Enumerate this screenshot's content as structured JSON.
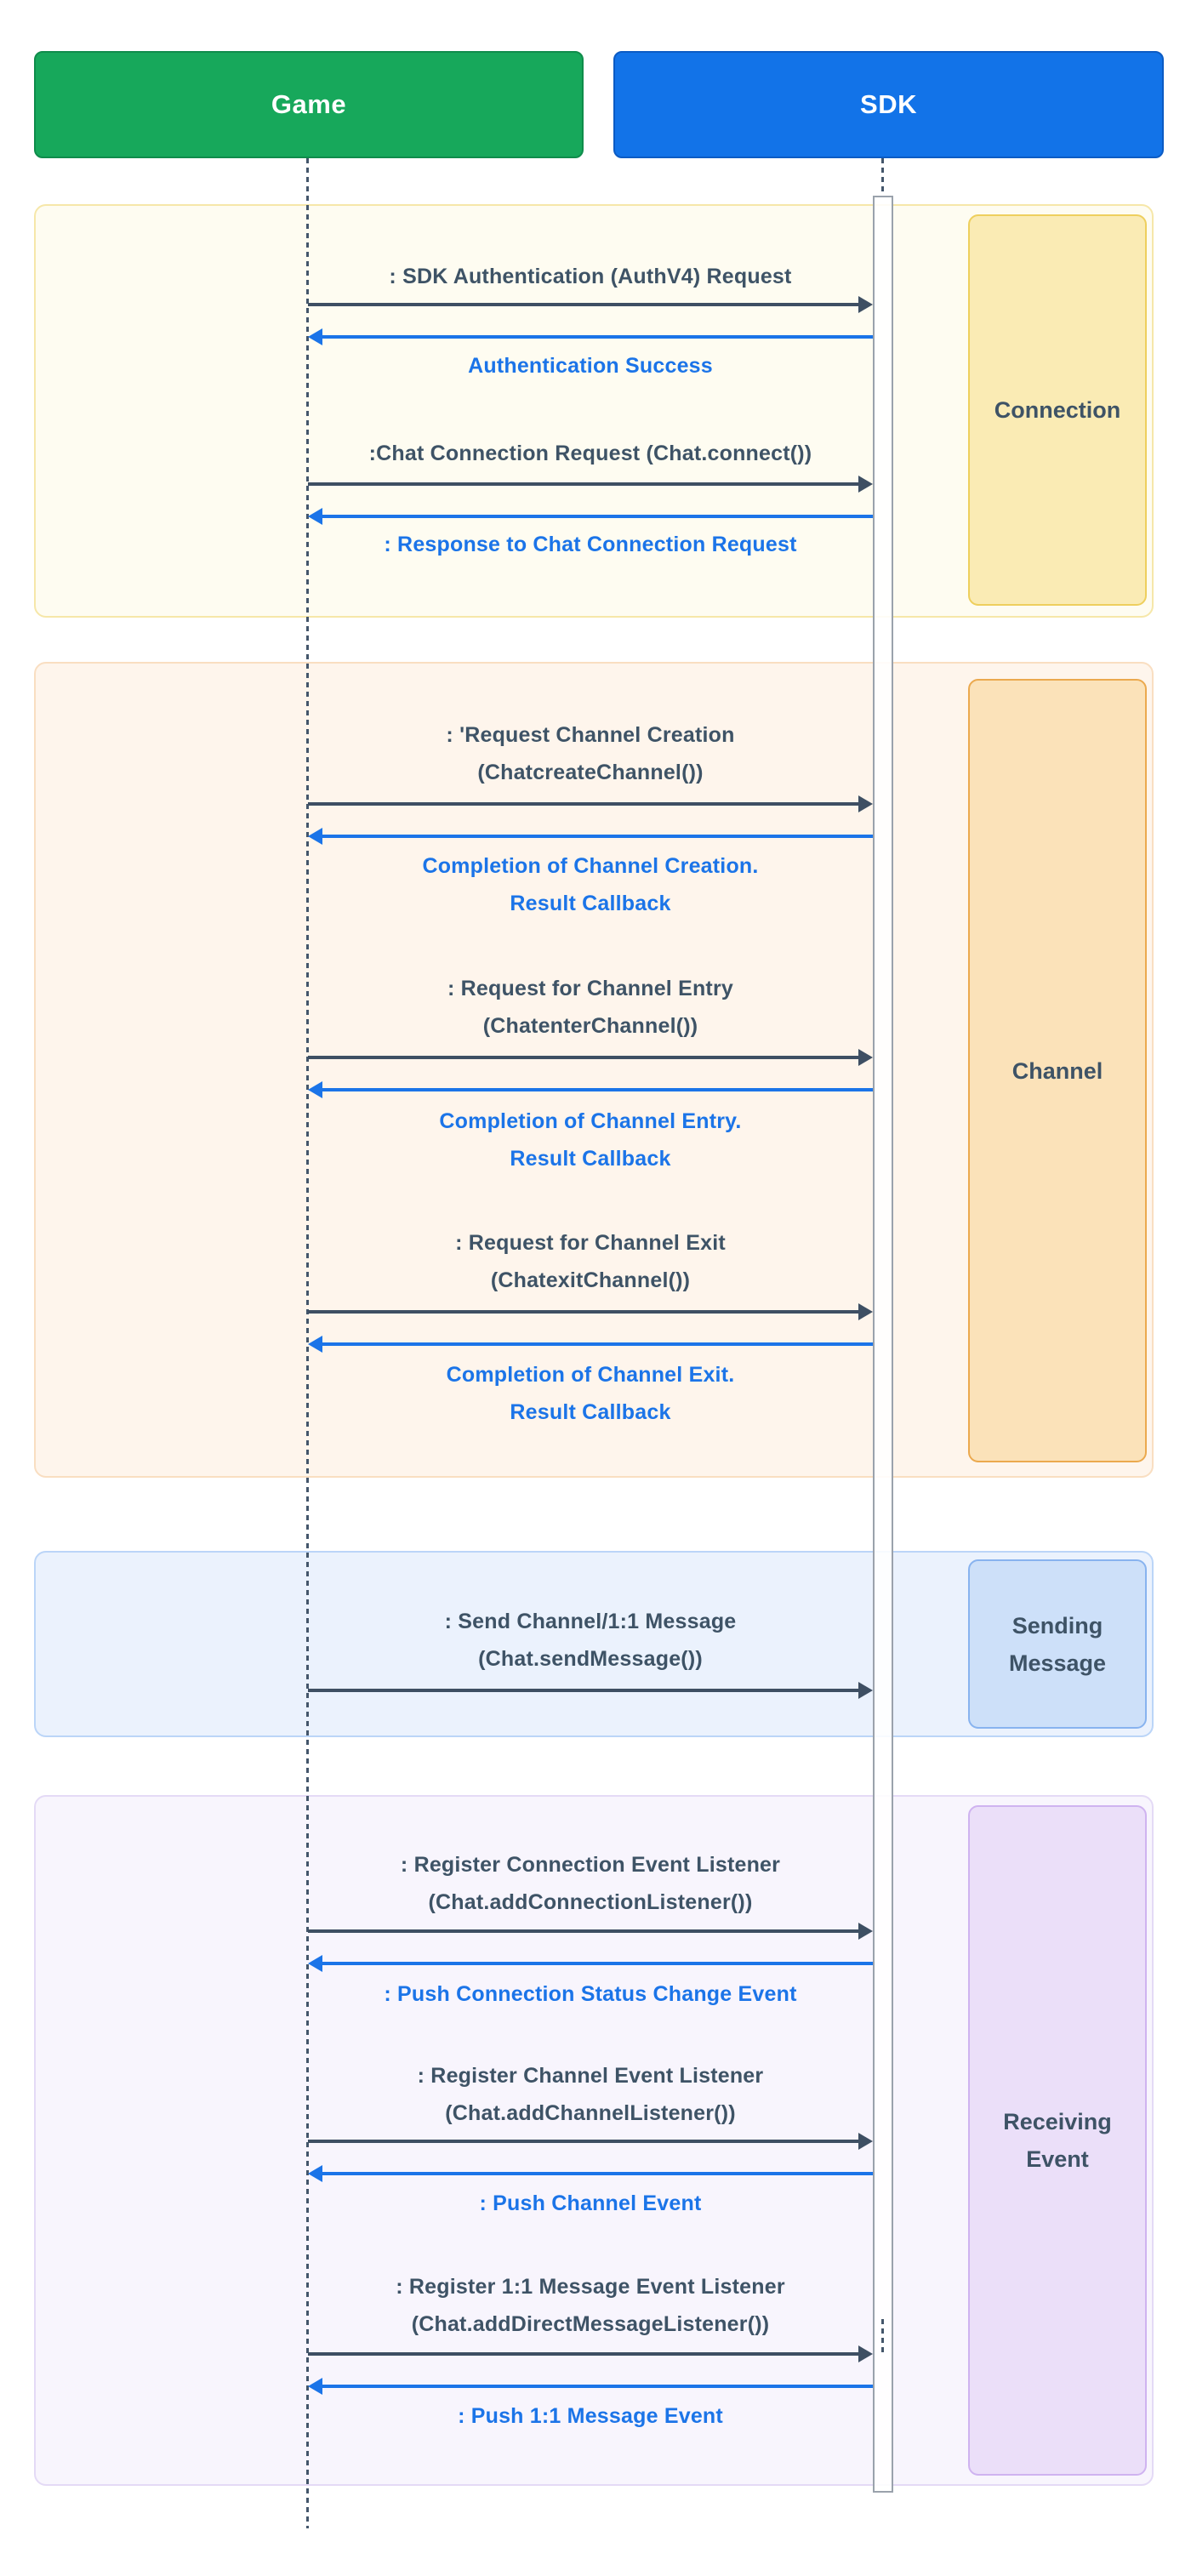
{
  "actors": [
    {
      "label": "Game",
      "color": "#17A85B"
    },
    {
      "label": "SDK",
      "color": "#1273E8"
    }
  ],
  "sections": [
    {
      "label": "Connection",
      "theme": {
        "section_bg": "#FEFCF1",
        "section_border": "#F6E7A9",
        "label_bg": "#FAEBB4",
        "label_border": "#EECF5D"
      },
      "messages": [
        {
          "type": "request",
          "lines": [
            ": SDK Authentication (AuthV4) Request"
          ]
        },
        {
          "type": "response",
          "lines": [
            "Authentication Success"
          ]
        },
        {
          "type": "request",
          "lines": [
            ":Chat Connection Request (Chat.connect())"
          ]
        },
        {
          "type": "response",
          "lines": [
            ": Response to Chat Connection Request"
          ]
        }
      ]
    },
    {
      "label": "Channel",
      "theme": {
        "section_bg": "#FEF5EC",
        "section_border": "#F9DEC1",
        "label_bg": "#FBE2B9",
        "label_border": "#EBA94E"
      },
      "messages": [
        {
          "type": "request",
          "lines": [
            ": 'Request Channel Creation",
            "(ChatcreateChannel())"
          ]
        },
        {
          "type": "response",
          "lines": [
            "Completion of Channel Creation.",
            "Result Callback"
          ]
        },
        {
          "type": "request",
          "lines": [
            ": Request for Channel Entry",
            "(ChatenterChannel())"
          ]
        },
        {
          "type": "response",
          "lines": [
            "Completion of Channel Entry.",
            "Result Callback"
          ]
        },
        {
          "type": "request",
          "lines": [
            ": Request for Channel Exit",
            "(ChatexitChannel())"
          ]
        },
        {
          "type": "response",
          "lines": [
            "Completion of Channel Exit.",
            "Result Callback"
          ]
        }
      ]
    },
    {
      "label": "Sending Message",
      "theme": {
        "section_bg": "#EBF2FD",
        "section_border": "#BBD5F8",
        "label_bg": "#CDE0F9",
        "label_border": "#88B3EF"
      },
      "messages": [
        {
          "type": "request",
          "lines": [
            ": Send Channel/1:1 Message",
            "(Chat.sendMessage())"
          ]
        }
      ]
    },
    {
      "label": "Receiving Event",
      "theme": {
        "section_bg": "#F8F5FD",
        "section_border": "#E4DAF6",
        "label_bg": "#EBDFF9",
        "label_border": "#CFB3F0"
      },
      "messages": [
        {
          "type": "request",
          "lines": [
            ": Register Connection Event Listener",
            "(Chat.addConnectionListener())"
          ]
        },
        {
          "type": "response",
          "lines": [
            ": Push Connection Status Change Event"
          ]
        },
        {
          "type": "request",
          "lines": [
            ": Register Channel Event Listener",
            "(Chat.addChannelListener())"
          ]
        },
        {
          "type": "response",
          "lines": [
            ": Push Channel Event"
          ]
        },
        {
          "type": "request",
          "lines": [
            ": Register 1:1 Message Event Listener",
            "(Chat.addDirectMessageListener())"
          ]
        },
        {
          "type": "response",
          "lines": [
            ": Push 1:1 Message Event"
          ]
        }
      ]
    }
  ],
  "colors": {
    "request_arrow": "#3E4F63",
    "response_arrow": "#1B74E8",
    "dark_text": "#3E5366",
    "blue_text": "#1B74E8",
    "lifeline": "#44566B",
    "activation_border": "#9AA2AC"
  }
}
